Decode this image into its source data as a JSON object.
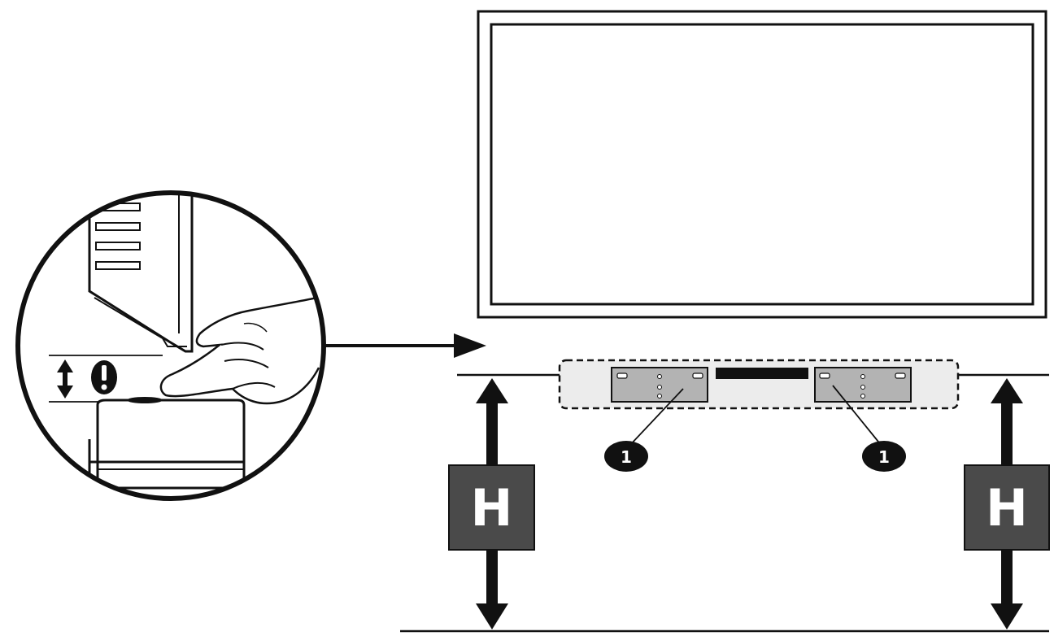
{
  "figure": {
    "callouts": [
      {
        "label": "1"
      },
      {
        "label": "1"
      }
    ],
    "height_markers": [
      {
        "label": "H"
      },
      {
        "label": "H"
      }
    ],
    "caution_icon": "exclamation-icon",
    "colors": {
      "line": "#111111",
      "h_box": "#4a4a4a",
      "bracket_fill": "#b3b3b3",
      "bar_fill": "#ececec"
    }
  }
}
